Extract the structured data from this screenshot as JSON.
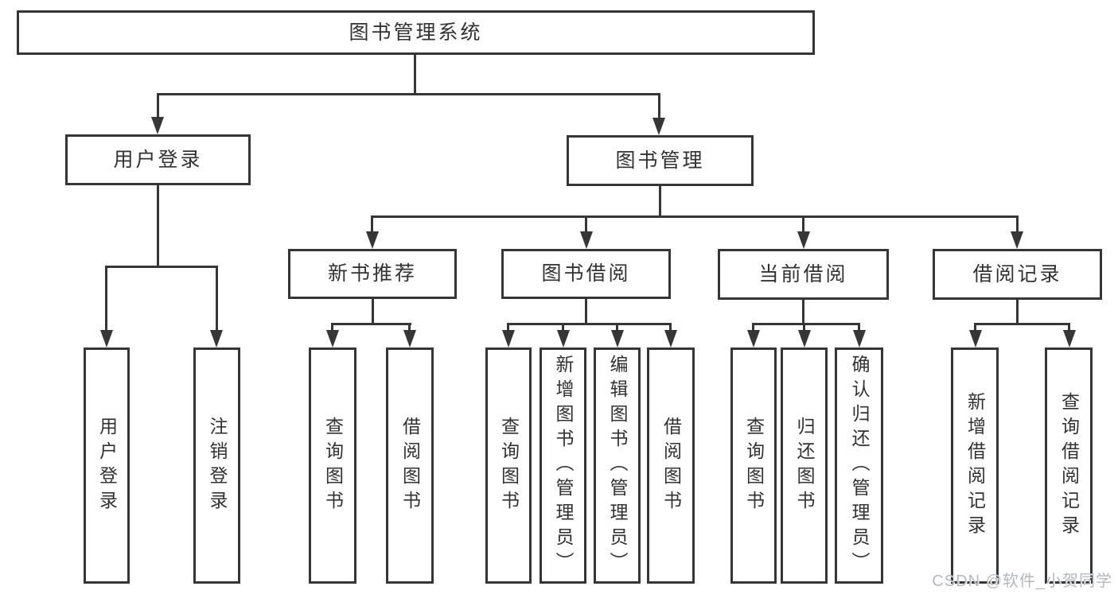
{
  "diagram": {
    "title": "图书管理系统",
    "type": "hierarchy-tree",
    "tree": {
      "root": "图书管理系统",
      "branches": [
        {
          "label": "用户登录",
          "leaves": [
            "用户登录",
            "注销登录"
          ]
        },
        {
          "label": "图书管理",
          "sections": [
            {
              "label": "新书推荐",
              "leaves": [
                "查询图书",
                "借阅图书"
              ]
            },
            {
              "label": "图书借阅",
              "leaves": [
                "查询图书",
                "新增图书（管理员）",
                "编辑图书（管理员）",
                "借阅图书"
              ]
            },
            {
              "label": "当前借阅",
              "leaves": [
                "查询图书",
                "归还图书",
                "确认归还（管理员）"
              ]
            },
            {
              "label": "借阅记录",
              "leaves": [
                "新增借阅记录",
                "查询借阅记录"
              ]
            }
          ]
        }
      ]
    },
    "colors": {
      "line": "#363636",
      "box_fill": "#ffffff",
      "text": "#323232",
      "watermark": "#b5b8bd",
      "background": "#ffffff"
    }
  },
  "watermark": {
    "text": "CSDN @软件_小贺同学"
  }
}
